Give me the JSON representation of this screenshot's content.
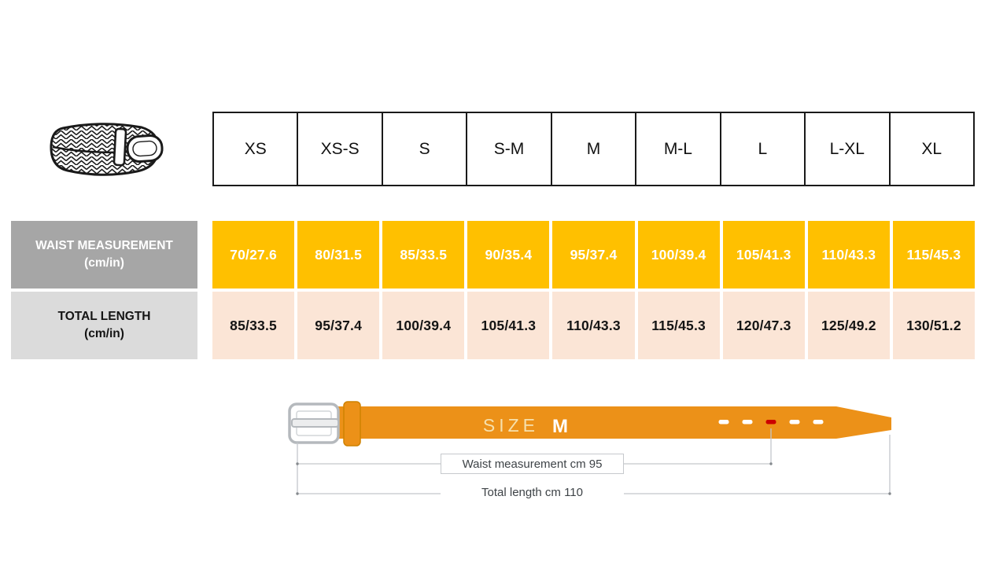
{
  "chart_data": {
    "type": "table",
    "title": "Belt size chart",
    "columns": [
      "XS",
      "XS-S",
      "S",
      "S-M",
      "M",
      "M-L",
      "L",
      "L-XL",
      "XL"
    ],
    "rows": [
      {
        "label": "WAIST MEASUREMENT (cm/in)",
        "values": [
          "70/27.6",
          "80/31.5",
          "85/33.5",
          "90/35.4",
          "95/37.4",
          "100/39.4",
          "105/41.3",
          "110/43.3",
          "115/45.3"
        ]
      },
      {
        "label": "TOTAL LENGTH (cm/in)",
        "values": [
          "85/33.5",
          "95/37.4",
          "100/39.4",
          "105/41.3",
          "110/43.3",
          "115/45.3",
          "120/47.3",
          "125/49.2",
          "130/51.2"
        ]
      }
    ]
  },
  "table": {
    "header": [
      "XS",
      "XS-S",
      "S",
      "S-M",
      "M",
      "M-L",
      "L",
      "L-XL",
      "XL"
    ],
    "waist": {
      "label_line1": "WAIST MEASUREMENT",
      "label_line2": "(cm/in)",
      "values": [
        "70/27.6",
        "80/31.5",
        "85/33.5",
        "90/35.4",
        "95/37.4",
        "100/39.4",
        "105/41.3",
        "110/43.3",
        "115/45.3"
      ]
    },
    "length": {
      "label_line1": "TOTAL LENGTH",
      "label_line2": "(cm/in)",
      "values": [
        "85/33.5",
        "95/37.4",
        "100/39.4",
        "105/41.3",
        "110/43.3",
        "115/45.3",
        "120/47.3",
        "125/49.2",
        "130/51.2"
      ]
    }
  },
  "diagram": {
    "size_label": "SIZE",
    "size_value": "M",
    "waist_annotation": "Waist measurement cm 95",
    "length_annotation": "Total length cm 110",
    "holes": {
      "count": 5,
      "highlighted": "center"
    }
  },
  "icons": {
    "belt_illustration": "braided-belt-icon"
  },
  "colors": {
    "gold_cell": "#FFC000",
    "peach_cell": "#FBE5D6",
    "waist_label_gray": "#A6A6A6",
    "length_label_gray": "#DBDBDB",
    "belt_orange": "#EC9118",
    "highlighted_hole_red": "#CC0000",
    "table_border": "#1A1A1A"
  }
}
